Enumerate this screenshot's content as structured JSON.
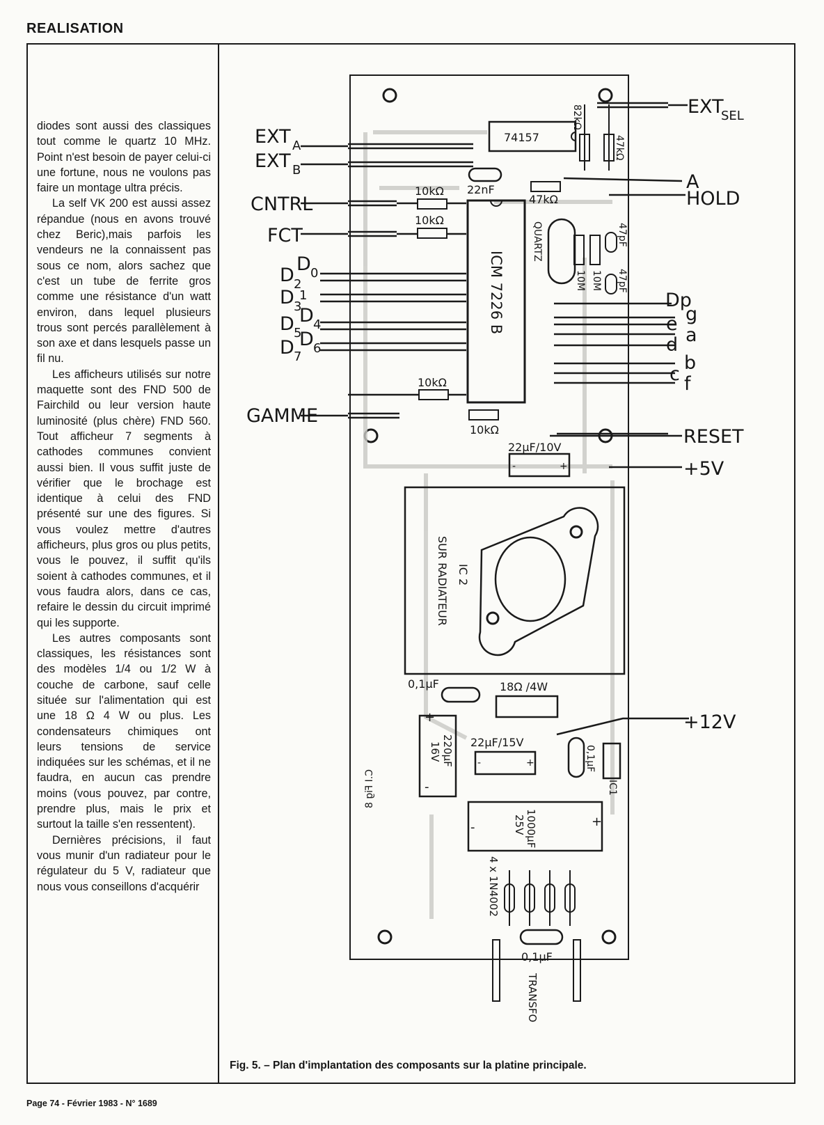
{
  "header": {
    "section": "REALISATION"
  },
  "article": {
    "paragraphs": [
      "diodes sont aussi des classiques tout comme le quartz 10 MHz. Point n'est besoin de payer celui-ci une fortune, nous ne voulons pas faire un montage ultra précis.",
      "La self VK 200 est aussi assez répandue (nous en avons trouvé chez Beric),mais parfois les vendeurs ne la connaissent pas sous ce nom, alors sachez que c'est un tube de ferrite gros comme une résistance d'un watt environ, dans lequel plusieurs trous sont percés parallèlement à son axe et dans lesquels passe un fil nu.",
      "Les afficheurs utilisés sur notre maquette sont des FND 500 de Fairchild ou leur version haute luminosité (plus chère) FND 560. Tout afficheur 7 segments à cathodes communes convient aussi bien. Il vous suffit juste de vérifier que le brochage est identique à celui des FND présenté sur une des figures. Si vous voulez mettre d'autres afficheurs, plus gros ou plus petits, vous le pouvez, il suffit qu'ils soient à cathodes communes, et il vous faudra alors, dans ce cas, refaire le dessin du circuit imprimé qui les supporte.",
      "Les autres composants sont classiques, les résistances sont des modèles 1/4 ou 1/2 W à couche de carbone, sauf celle située sur l'alimentation qui est une 18 Ω 4 W ou plus. Les condensateurs chimiques ont leurs tensions de service indiquées sur les schémas, et il ne faudra, en aucun cas prendre moins (vous pouvez, par contre, prendre plus, mais le prix et surtout la taille s'en ressentent).",
      "Dernières précisions, il faut vous munir d'un radiateur pour le régulateur du 5 V, radiateur que nous vous conseillons d'acquérir"
    ]
  },
  "figure": {
    "caption": "Fig. 5. – Plan d'implantation des composants sur la platine principale.",
    "left_labels": {
      "ext": "EXT",
      "ext_a": "A",
      "ext_b": "B",
      "cntrl": "CNTRL",
      "fct": "FCT",
      "d": "D",
      "d0": "0",
      "d1": "1",
      "d2": "2",
      "d3": "3",
      "d4": "4",
      "d5": "5",
      "d6": "6",
      "d7": "7",
      "gamme": "GAMME"
    },
    "right_labels": {
      "ext": "EXT",
      "sel": "SEL",
      "a_out": "A",
      "hold": "HOLD",
      "dp": "Dp",
      "g": "g",
      "e": "e",
      "a": "a",
      "d": "d",
      "b": "b",
      "c": "c",
      "f": "f",
      "reset": "RESET",
      "plus5v": "+5V",
      "plus12v": "+12V"
    },
    "components": {
      "mux": "74157",
      "r82k": "82kΩ",
      "r47k_vert": "47kΩ",
      "c22n": "22nF",
      "r47k": "47kΩ",
      "r10k_1": "10kΩ",
      "r10k_2": "10kΩ",
      "r10k_3": "10kΩ",
      "r10k_4": "10kΩ",
      "icm": "ICM 7226 B",
      "quartz": "QUARTZ",
      "r10m_1": "10M",
      "r10m_2": "10M",
      "c47p_1": "47pF",
      "c47p_2": "47pF",
      "c22u10": "22µF/10V",
      "ic2_line1": "IC 2",
      "ic2_line2": "SUR RADIATEUR",
      "c01_1": "0,1µF",
      "r18": "18Ω /4W",
      "c220": "220µF",
      "c220v": "16V",
      "c22u15": "22µF/15V",
      "c01_2": "0,1µF",
      "ic1": "IC1",
      "c1000": "1000µF",
      "c1000v": "25V",
      "diodes": "4 x 1N4002",
      "c01_3": "0,1µF",
      "transfo": "TRANSFO",
      "plus": "+",
      "minus": "-"
    },
    "board_mark": "C.I Fig 8"
  },
  "footer": {
    "text": "Page 74 - Février 1983 - N° 1689"
  }
}
